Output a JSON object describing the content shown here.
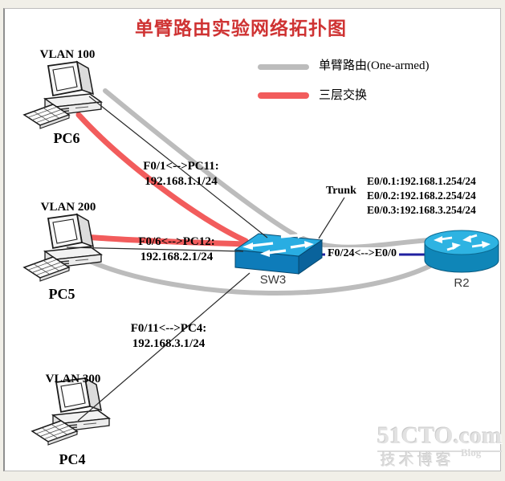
{
  "title": "单臂路由实验网络拓扑图",
  "legend": [
    {
      "label": "单臂路由(One-armed)",
      "color": "#bcbcbc"
    },
    {
      "label": "三层交换",
      "color": "#f25c5c"
    }
  ],
  "nodes": {
    "pc6": {
      "vlan": "VLAN 100",
      "label": "PC6"
    },
    "pc5": {
      "vlan": "VLAN 200",
      "label": "PC5"
    },
    "pc4": {
      "vlan": "VLAN 300",
      "label": "PC4"
    },
    "sw3": {
      "label": "SW3"
    },
    "r2": {
      "label": "R2"
    }
  },
  "links": {
    "pc6_sw3": {
      "port": "F0/1<-->PC11:",
      "ip": "192.168.1.1/24"
    },
    "pc5_sw3": {
      "port": "F0/6<-->PC12:",
      "ip": "192.168.2.1/24"
    },
    "pc4_sw3": {
      "port": "F0/11<-->PC4:",
      "ip": "192.168.3.1/24"
    },
    "sw3_r2": {
      "port": "F0/24<-->E0/0"
    },
    "trunk": {
      "label": "Trunk"
    }
  },
  "router_subinterfaces": [
    "E0/0.1:192.168.1.254/24",
    "E0/0.2:192.168.2.254/24",
    "E0/0.3:192.168.3.254/24"
  ],
  "watermark": {
    "site": "51CTO.com",
    "caption": "技术博客",
    "blog": "Blog"
  },
  "colors": {
    "title": "#cf3333",
    "one_armed_line": "#bcbcbc",
    "layer3_line": "#f25c5c",
    "trunk_link": "#2020a0",
    "switch_top": "#29ade2",
    "router_top": "#2eb3e2"
  },
  "icons": {
    "pc": "desktop-computer-icon",
    "sw3": "switch-icon",
    "r2": "router-icon"
  }
}
